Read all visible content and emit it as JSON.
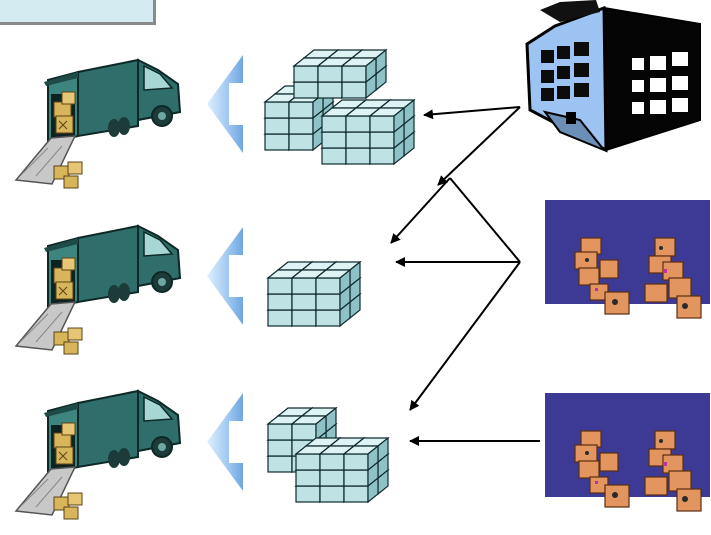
{
  "diagram": {
    "header_box": {
      "text": ""
    },
    "nodes": {
      "trucks": [
        {
          "id": "truck-1",
          "icon": "delivery-truck-icon"
        },
        {
          "id": "truck-2",
          "icon": "delivery-truck-icon"
        },
        {
          "id": "truck-3",
          "icon": "delivery-truck-icon"
        }
      ],
      "stacks": [
        {
          "id": "stack-1",
          "icon": "crate-stack-icon"
        },
        {
          "id": "stack-2",
          "icon": "crate-stack-icon"
        },
        {
          "id": "stack-3",
          "icon": "crate-stack-icon"
        }
      ],
      "sources": [
        {
          "id": "building",
          "icon": "office-building-icon"
        },
        {
          "id": "boxes-1",
          "icon": "cardboard-boxes-icon"
        },
        {
          "id": "boxes-2",
          "icon": "cardboard-boxes-icon"
        }
      ]
    },
    "edges": [
      {
        "from": "building",
        "to": "stack-1"
      },
      {
        "from": "building",
        "to": "stack-2"
      },
      {
        "from": "boxes-1",
        "to": "stack-2"
      },
      {
        "from": "boxes-1",
        "to": "stack-3"
      },
      {
        "from": "boxes-2",
        "to": "stack-3"
      },
      {
        "from": "stack-1",
        "to": "truck-1",
        "style": "block-arrow"
      },
      {
        "from": "stack-2",
        "to": "truck-2",
        "style": "block-arrow"
      },
      {
        "from": "stack-3",
        "to": "truck-3",
        "style": "block-arrow"
      }
    ],
    "colors": {
      "header_fill": "#d4ecf1",
      "truck_body": "#2f6e6a",
      "truck_cargo": "#d8b45a",
      "crate_fill": "#bfe2e4",
      "block_arrow": "#9fc6f0",
      "building_blue": "#9cc3f2",
      "boxes_bg": "#3d3a96",
      "box_orange": "#e39560"
    }
  }
}
